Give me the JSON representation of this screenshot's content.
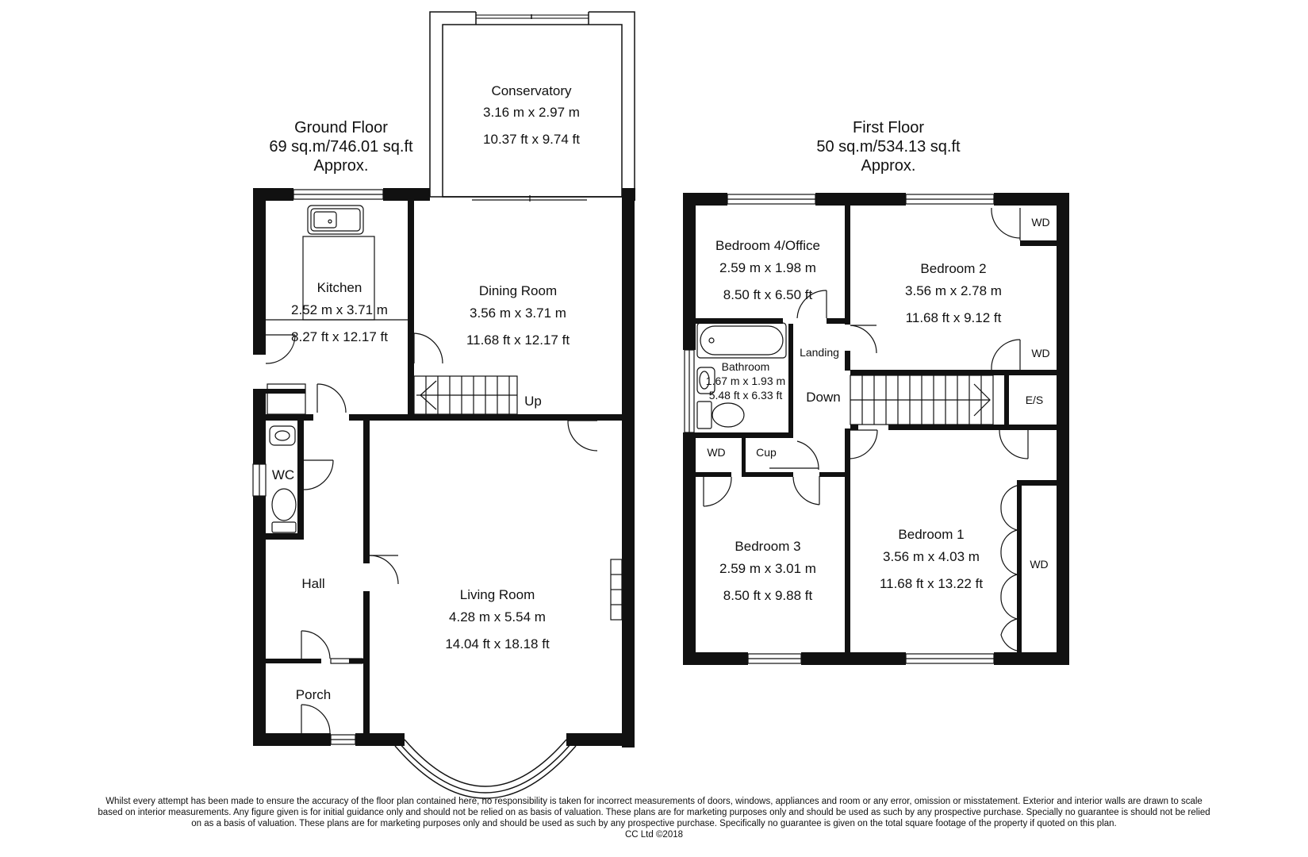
{
  "ground_floor": {
    "title": "Ground Floor",
    "area": "69 sq.m/746.01 sq.ft",
    "approx": "Approx.",
    "rooms": {
      "conservatory": {
        "name": "Conservatory",
        "metric": "3.16 m x 2.97 m",
        "imperial": "10.37 ft x 9.74 ft"
      },
      "kitchen": {
        "name": "Kitchen",
        "metric": "2.52 m x 3.71 m",
        "imperial": "8.27 ft x 12.17 ft"
      },
      "dining": {
        "name": "Dining Room",
        "metric": "3.56 m x 3.71 m",
        "imperial": "11.68 ft x 12.17 ft"
      },
      "living": {
        "name": "Living Room",
        "metric": "4.28 m x 5.54 m",
        "imperial": "14.04 ft x 18.18 ft"
      },
      "wc": {
        "name": "WC"
      },
      "hall": {
        "name": "Hall"
      },
      "porch": {
        "name": "Porch"
      }
    },
    "stairs_label": "Up"
  },
  "first_floor": {
    "title": "First Floor",
    "area": "50 sq.m/534.13 sq.ft",
    "approx": "Approx.",
    "rooms": {
      "bedroom4": {
        "name": "Bedroom 4/Office",
        "metric": "2.59 m x 1.98 m",
        "imperial": "8.50 ft x 6.50 ft"
      },
      "bedroom2": {
        "name": "Bedroom 2",
        "metric": "3.56 m x 2.78 m",
        "imperial": "11.68 ft x 9.12 ft"
      },
      "bathroom": {
        "name": "Bathroom",
        "metric": "1.67 m x 1.93 m",
        "imperial": "5.48 ft x 6.33 ft"
      },
      "landing": {
        "name": "Landing"
      },
      "bedroom3": {
        "name": "Bedroom 3",
        "metric": "2.59 m x 3.01 m",
        "imperial": "8.50 ft x 9.88 ft"
      },
      "bedroom1": {
        "name": "Bedroom 1",
        "metric": "3.56 m x 4.03 m",
        "imperial": "11.68 ft x 13.22 ft"
      }
    },
    "labels": {
      "wd": "WD",
      "cup": "Cup",
      "es": "E/S",
      "down": "Down"
    }
  },
  "disclaimer": {
    "line1": "Whilst every attempt has been made to ensure the accuracy of the floor plan contained here, no responsibility is taken for incorrect measurements of doors, windows, appliances and room or any error, omission or misstatement. Exterior and interior walls are drawn to scale",
    "line2": "based on interior measurements. Any figure given is for initial guidance only and should not be relied on as basis of valuation. These plans are for marketing purposes only and should be used as such by any prospective purchase. Specially no guarantee is should not be relied",
    "line3": "on as a basis of valuation. These plans are for marketing purposes only and should be used as such by any prospective purchase. Specifically no guarantee is given on the total square footage of the property if quoted on this plan.",
    "copyright": "CC Ltd ©2018"
  }
}
